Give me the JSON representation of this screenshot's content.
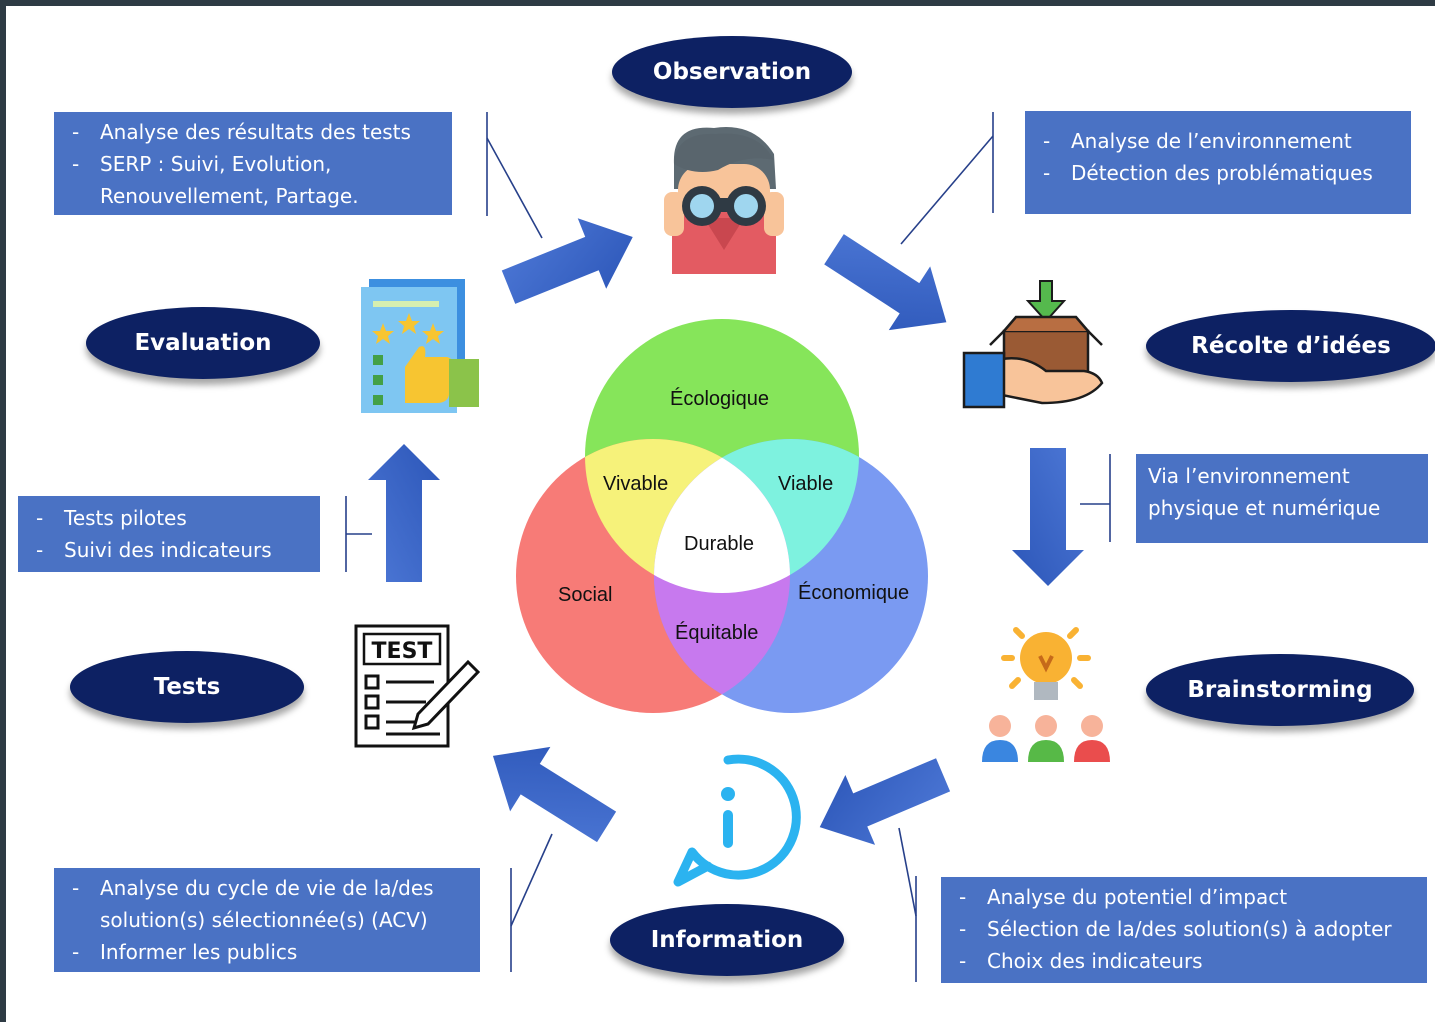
{
  "stages": {
    "observation": "Observation",
    "recolte": "Récolte d’idées",
    "brainstorming": "Brainstorming",
    "information": "Information",
    "tests": "Tests",
    "evaluation": "Evaluation"
  },
  "boxes": {
    "evaluation": {
      "item1": "Analyse des résultats des tests",
      "item2": "SERP : Suivi, Evolution,",
      "item2b": "Renouvellement, Partage."
    },
    "observation": {
      "item1": "Analyse de l’environnement",
      "item2": "Détection des problématiques"
    },
    "recolte": {
      "line1": "Via l’environnement",
      "line2": "physique et numérique"
    },
    "tests": {
      "item1": "Tests pilotes",
      "item2": "Suivi des indicateurs"
    },
    "information": {
      "item1": "Analyse du cycle de vie de la/des",
      "item1b": "solution(s) sélectionnée(s) (ACV)",
      "item2": "Informer les publics"
    },
    "brainstorming": {
      "item1": "Analyse du potentiel d’impact",
      "item2": "Sélection de la/des solution(s) à adopter",
      "item3": "Choix des indicateurs"
    }
  },
  "venn": {
    "ecologique": "Écologique",
    "social": "Social",
    "economique": "Économique",
    "vivable": "Vivable",
    "viable": "Viable",
    "equitable": "Équitable",
    "durable": "Durable",
    "colors": {
      "ecologique": "#86e55a",
      "social": "#f77b77",
      "economique": "#7a9af2",
      "vivable": "#f6f27a",
      "viable": "#7ef2df",
      "equitable": "#c779ee",
      "durable": "#ffffff"
    }
  },
  "icons": {
    "test_badge": "TEST",
    "observation": "observer-binoculars-icon",
    "recolte": "hand-box-plant-icon",
    "brainstorming": "lightbulb-team-icon",
    "information": "info-chat-bubble-icon",
    "tests": "test-checklist-icon",
    "evaluation": "review-stars-thumb-icon"
  },
  "colors": {
    "ellipse": "#0d2163",
    "box": "#4a72c4",
    "arrow": "#3c66c5"
  }
}
